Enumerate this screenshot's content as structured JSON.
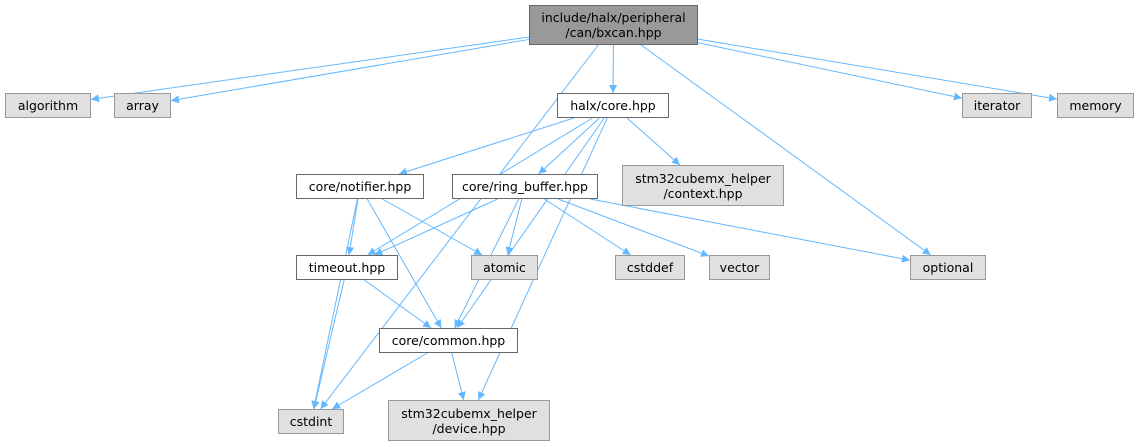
{
  "diagram": {
    "edge_color": "#63b8ff",
    "nodes": {
      "root": "include/halx/peripheral\n/can/bxcan.hpp",
      "algorithm": "algorithm",
      "array": "array",
      "core": "halx/core.hpp",
      "iterator": "iterator",
      "memory": "memory",
      "notifier": "core/notifier.hpp",
      "ring_buffer": "core/ring_buffer.hpp",
      "context": "stm32cubemx_helper\n/context.hpp",
      "timeout": "timeout.hpp",
      "atomic": "atomic",
      "cstddef": "cstddef",
      "vector": "vector",
      "optional": "optional",
      "common": "core/common.hpp",
      "cstdint": "cstdint",
      "device": "stm32cubemx_helper\n/device.hpp"
    },
    "edges": [
      [
        "root",
        "algorithm"
      ],
      [
        "root",
        "array"
      ],
      [
        "root",
        "core"
      ],
      [
        "root",
        "iterator"
      ],
      [
        "root",
        "memory"
      ],
      [
        "root",
        "optional"
      ],
      [
        "root",
        "cstdint"
      ],
      [
        "core",
        "notifier"
      ],
      [
        "core",
        "ring_buffer"
      ],
      [
        "core",
        "context"
      ],
      [
        "core",
        "timeout"
      ],
      [
        "core",
        "common"
      ],
      [
        "core",
        "device"
      ],
      [
        "notifier",
        "timeout"
      ],
      [
        "notifier",
        "atomic"
      ],
      [
        "notifier",
        "common"
      ],
      [
        "notifier",
        "cstdint"
      ],
      [
        "ring_buffer",
        "timeout"
      ],
      [
        "ring_buffer",
        "atomic"
      ],
      [
        "ring_buffer",
        "cstddef"
      ],
      [
        "ring_buffer",
        "vector"
      ],
      [
        "ring_buffer",
        "optional"
      ],
      [
        "ring_buffer",
        "common"
      ],
      [
        "timeout",
        "common"
      ],
      [
        "timeout",
        "cstdint"
      ],
      [
        "common",
        "cstdint"
      ],
      [
        "common",
        "device"
      ]
    ]
  }
}
